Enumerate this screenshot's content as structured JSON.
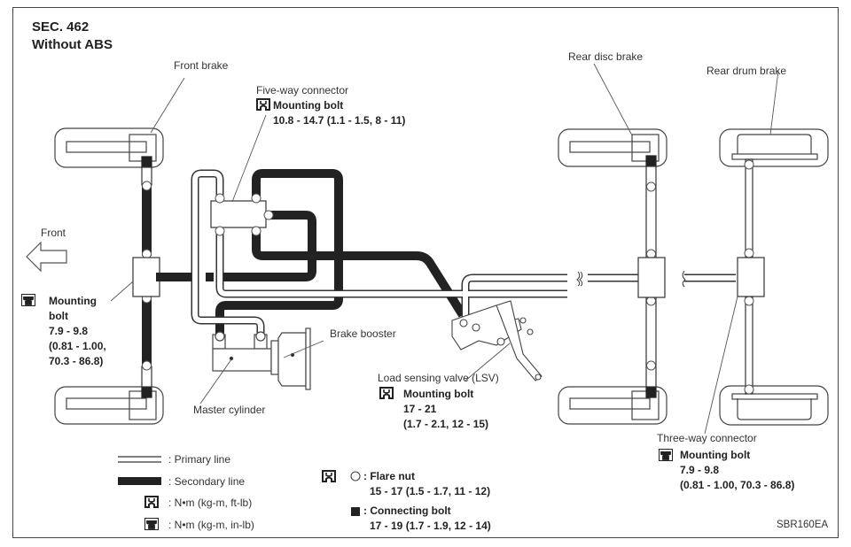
{
  "header": {
    "section": "SEC. 462",
    "variant": "Without ABS"
  },
  "figure_code": "SBR160EA",
  "labels": {
    "front_brake": "Front brake",
    "five_way_connector": "Five-way connector",
    "rear_disc_brake": "Rear disc brake",
    "rear_drum_brake": "Rear drum brake",
    "front_direction": "Front",
    "brake_booster": "Brake booster",
    "master_cylinder": "Master cylinder",
    "lsv": "Load sensing valve (LSV)",
    "three_way_connector": "Three-way connector"
  },
  "torque_specs": {
    "five_way": {
      "title": "Mounting bolt",
      "value": "10.8 - 14.7 (1.1 - 1.5, 8 - 11)",
      "icon": "torque-ft-lb-icon"
    },
    "front_junction": {
      "title_1": "Mounting",
      "title_2": "bolt",
      "value_1": "7.9 - 9.8",
      "value_2": "(0.81 - 1.00,",
      "value_3": "70.3 - 86.8)",
      "icon": "torque-in-lb-icon"
    },
    "lsv": {
      "title": "Mounting bolt",
      "value_1": "17 - 21",
      "value_2": "(1.7 - 2.1, 12 - 15)",
      "icon": "torque-ft-lb-icon"
    },
    "three_way": {
      "title": "Mounting bolt",
      "value_1": "7.9 - 9.8",
      "value_2": "(0.81 - 1.00, 70.3 - 86.8)",
      "icon": "torque-in-lb-icon"
    }
  },
  "legend": {
    "primary_line": ": Primary line",
    "secondary_line": ": Secondary line",
    "unit_ft_lb": ": N•m (kg-m, ft-lb)",
    "unit_in_lb": ": N•m (kg-m, in-lb)",
    "flare_nut_label": ": Flare nut",
    "flare_nut_value": "15 - 17 (1.5 - 1.7, 11 - 12)",
    "connecting_bolt_label": ": Connecting bolt",
    "connecting_bolt_value": "17 - 19 (1.7 - 1.9, 12 - 14)"
  },
  "colors": {
    "line": "#222222",
    "background": "#ffffff",
    "text": "#333333"
  }
}
